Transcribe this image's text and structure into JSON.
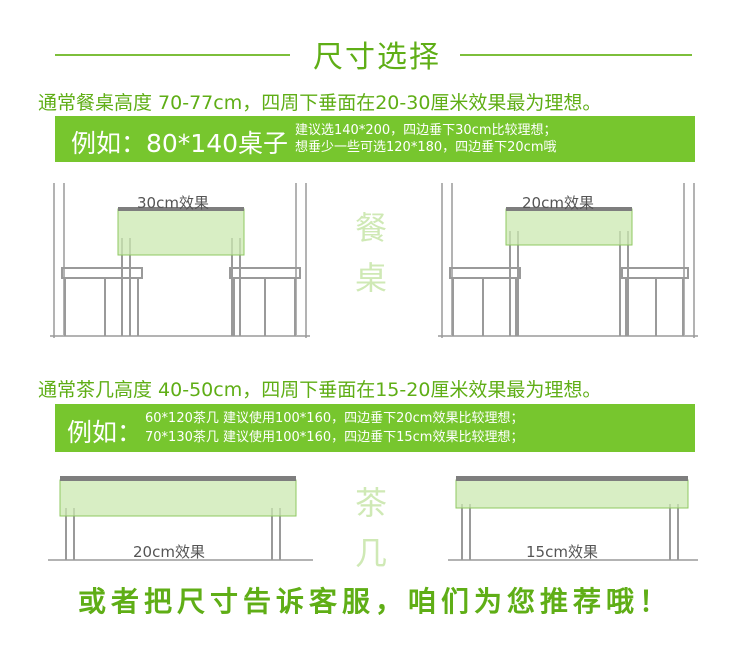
{
  "header": {
    "title": "尺寸选择"
  },
  "dining": {
    "intro": "通常餐桌高度 70-77cm，四周下垂面在20-30厘米效果最为理想。",
    "example_label": "例如：80*140桌子",
    "notes": [
      "建议选140*200，四边垂下30cm比较理想；",
      "想垂少一些可选120*180，四边垂下20cm哦"
    ],
    "left_caption": "30cm效果",
    "right_caption": "20cm效果",
    "side_chars": [
      "餐",
      "桌"
    ]
  },
  "coffee": {
    "intro": "通常茶几高度 40-50cm，四周下垂面在15-20厘米效果最为理想。",
    "example_label": "例如：",
    "notes": [
      "60*120茶几 建议使用100*160，四边垂下20cm效果比较理想；",
      "70*130茶几 建议使用100*160，四边垂下15cm效果比较理想；"
    ],
    "left_caption": "20cm效果",
    "right_caption": "15cm效果",
    "side_chars": [
      "茶",
      "几"
    ]
  },
  "footer": {
    "text": "或者把尺寸告诉客服，咱们为您推荐哦！"
  },
  "colors": {
    "accent": "#5fae16",
    "band": "#77c62e",
    "cloth": "#cbe8b0",
    "frame": "#9a9a9a"
  }
}
